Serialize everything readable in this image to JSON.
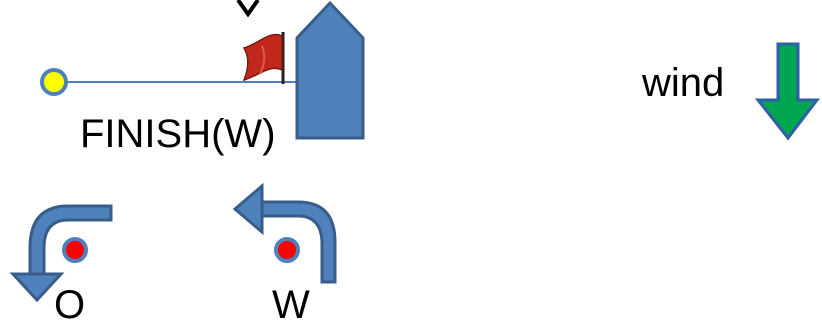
{
  "finish": {
    "label": "FINISH(W)"
  },
  "wind": {
    "label": "wind"
  },
  "marks": {
    "o_label": "O",
    "w_label": "W"
  },
  "colors": {
    "committee_boat": "#4F81BD",
    "committee_boat_outline": "#385D8A",
    "pin_buoy": "#FFFF00",
    "finish_line": "#4F81BD",
    "flag": "#C0281C",
    "wind_arrow": "#00A650",
    "wind_arrow_outline": "#2E5FA8",
    "rounding_arrow": "#4F81BD",
    "rounding_arrow_outline": "#385D8A",
    "mark_buoy": "#FF0000"
  },
  "icons": {
    "pin_buoy": "pin-end-buoy-icon",
    "committee_boat": "committee-boat-icon",
    "flag": "red-flag-icon",
    "wind": "down-arrow-icon",
    "mark_o": "counterclockwise-rounding-arrow-icon",
    "mark_w": "clockwise-rounding-arrow-icon"
  }
}
